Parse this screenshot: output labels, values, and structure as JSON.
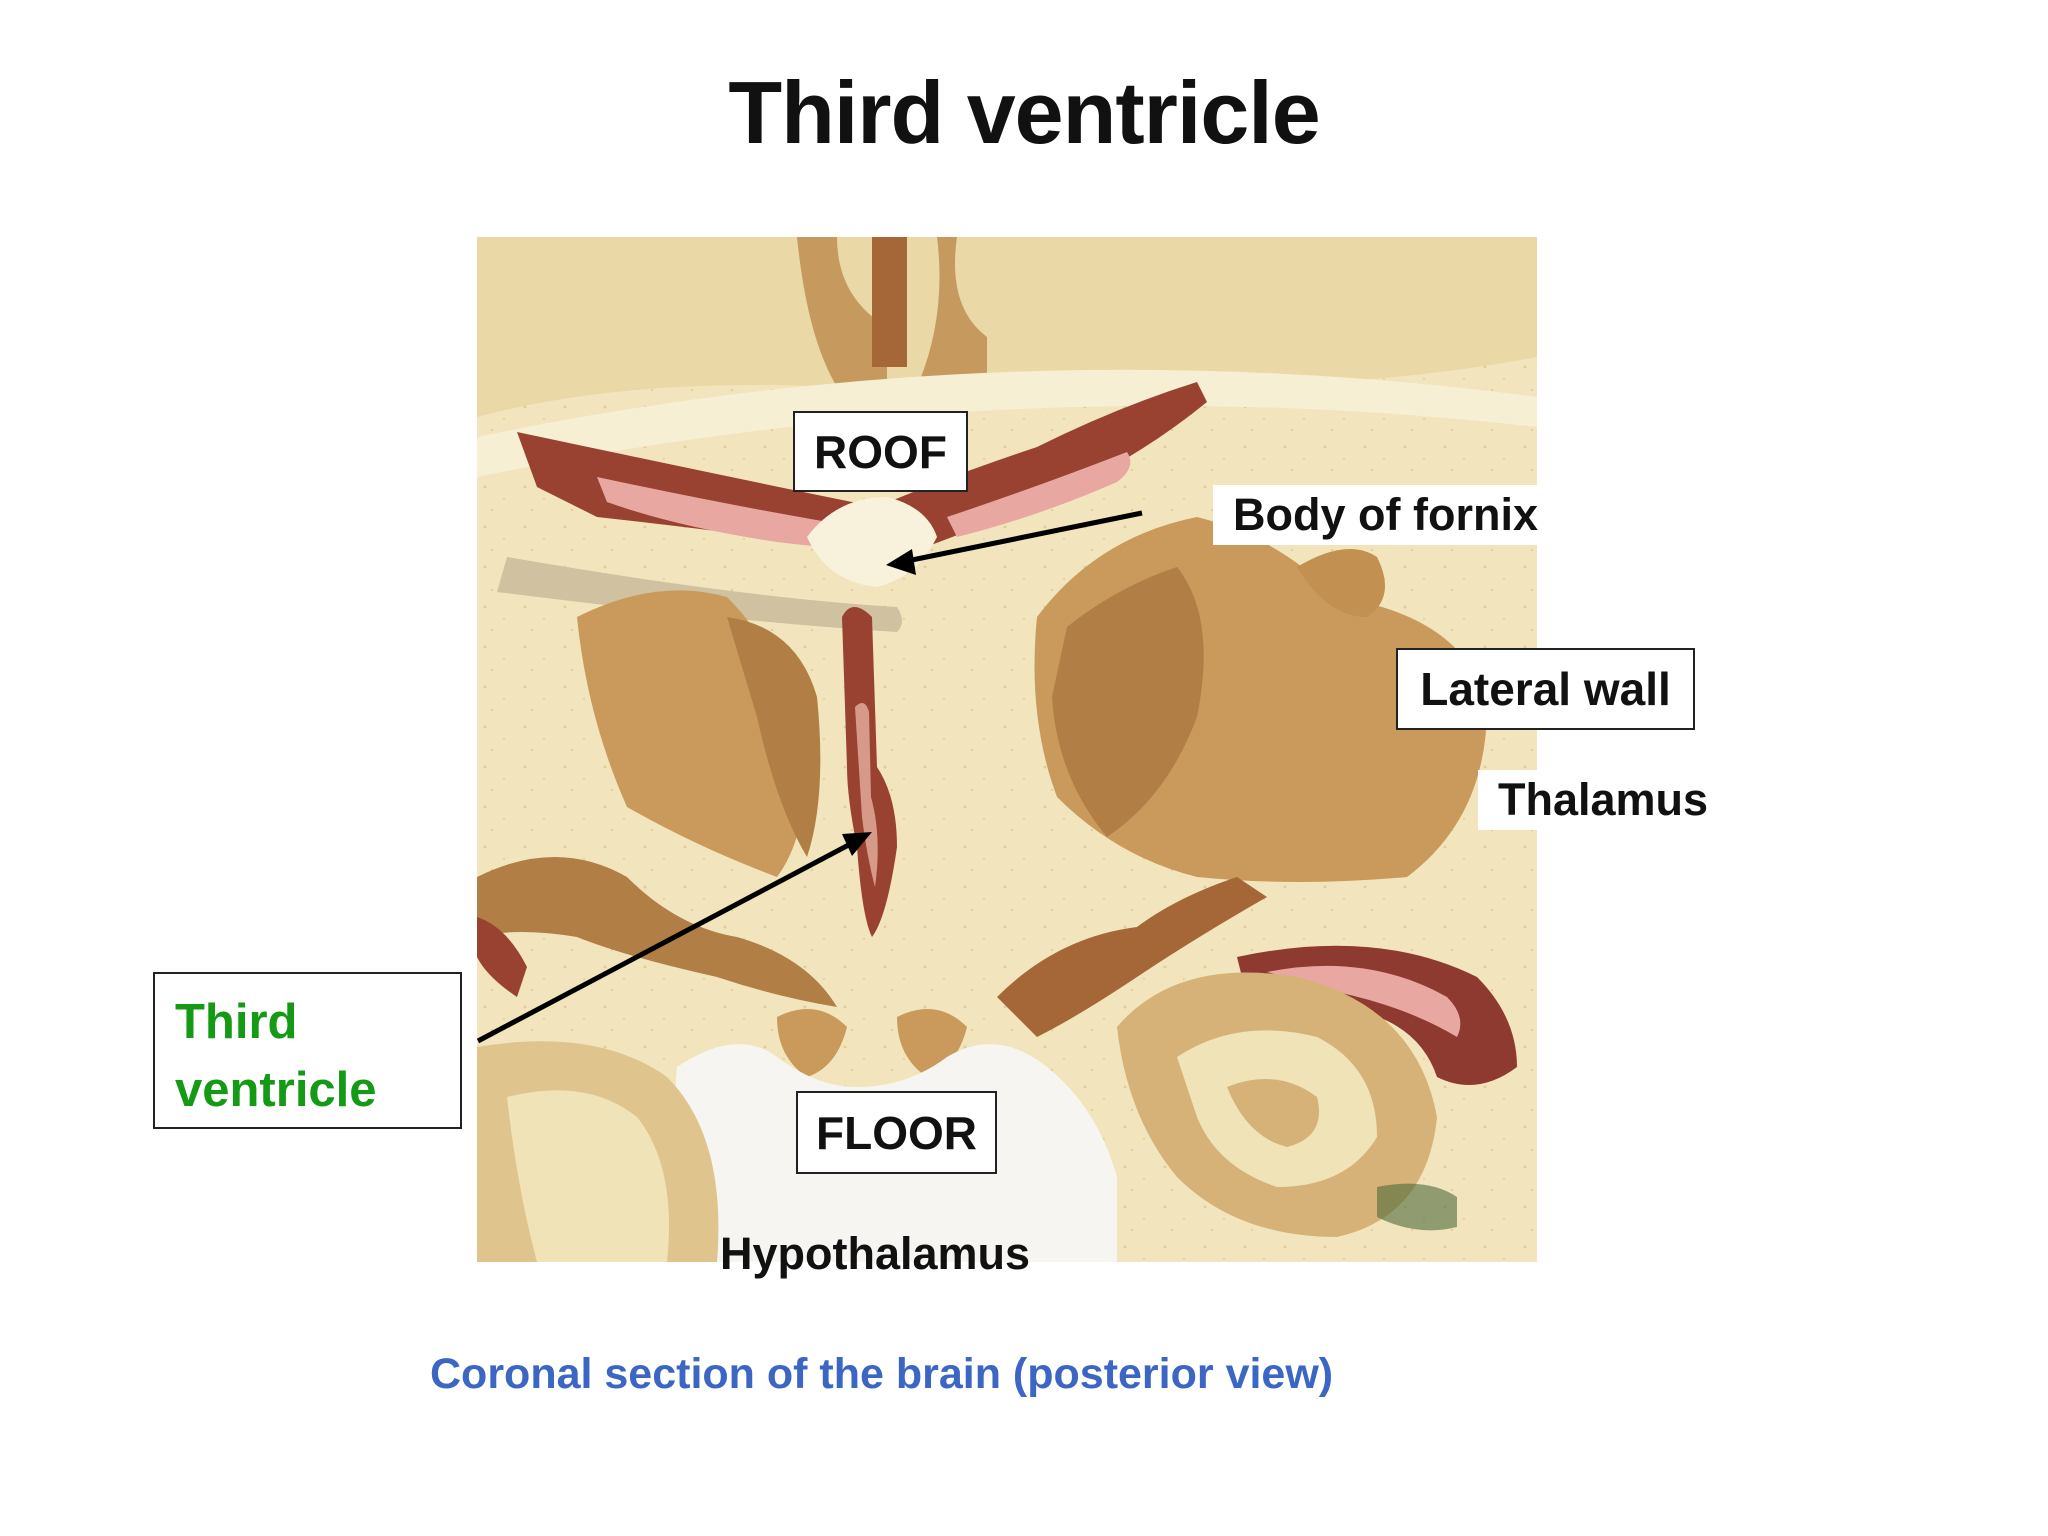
{
  "title": "Third ventricle",
  "labels": {
    "roof": "ROOF",
    "body_of_fornix": "Body of fornix",
    "lateral_wall": "Lateral wall",
    "thalamus": "Thalamus",
    "third_ventricle_line1": "Third",
    "third_ventricle_line2": "ventricle",
    "floor": "FLOOR",
    "hypothalamus": "Hypothalamus"
  },
  "caption": "Coronal section of the brain (posterior view)",
  "colors": {
    "title": "#111111",
    "third_ventricle_label": "#159a15",
    "caption": "#3b66c4",
    "tissue_light": "#f1e3b8",
    "tissue_mid": "#c99a5c",
    "tissue_dark": "#a8753c",
    "choroid_red": "#8e3a30",
    "choroid_pink": "#e8a7a0"
  }
}
